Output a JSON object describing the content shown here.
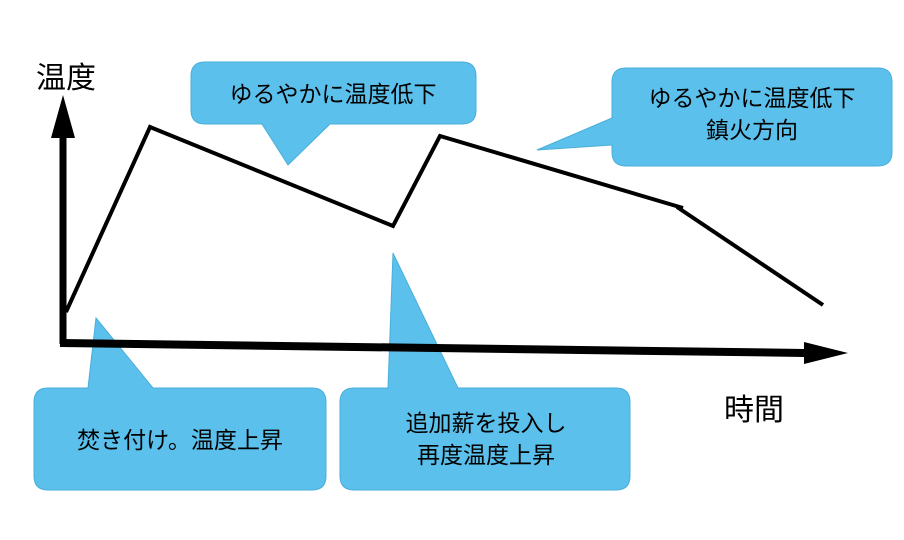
{
  "axes": {
    "y_label": "温度",
    "x_label": "時間"
  },
  "callouts": {
    "slow_drop_1": {
      "line1": "ゆるやかに温度低下"
    },
    "slow_drop_2": {
      "line1": "ゆるやかに温度低下",
      "line2": "鎮火方向"
    },
    "ignition": {
      "line1": "焚き付け。温度上昇"
    },
    "refuel": {
      "line1": "追加薪を投入し",
      "line2": "再度温度上昇"
    }
  },
  "colors": {
    "bubble_fill": "#5bc0eb",
    "bubble_stroke": "#3a9fd0",
    "line": "#000000"
  }
}
